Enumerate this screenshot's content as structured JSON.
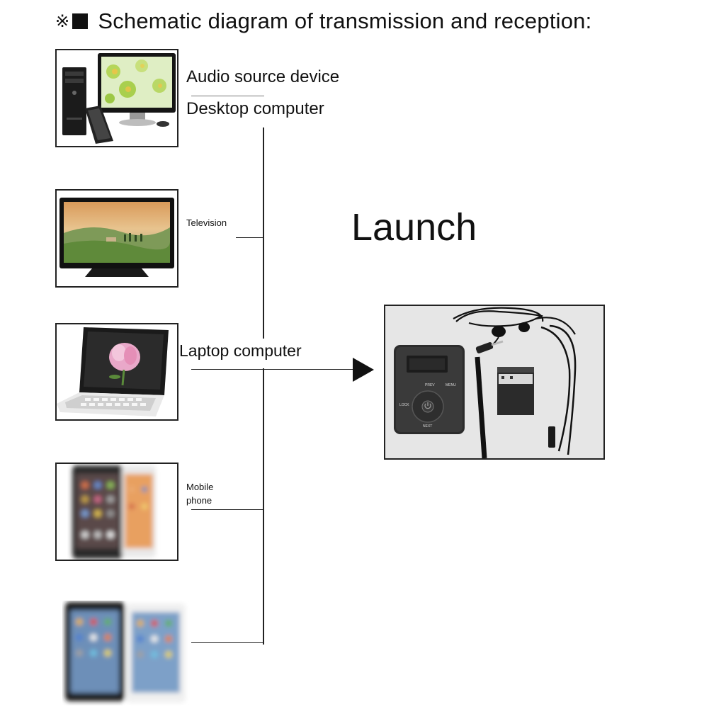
{
  "title": {
    "symbol": "※",
    "text": "Schematic diagram of transmission and reception:"
  },
  "sources": {
    "heading": "Audio source device",
    "desktop": "Desktop computer",
    "television": "Television",
    "laptop": "Laptop computer",
    "mobile_line1": "Mobile",
    "mobile_line2": "phone"
  },
  "launch": "Launch",
  "receiver": {
    "buttons": {
      "prev": "PREV",
      "menu": "MENU",
      "lock": "LOCK",
      "next": "NEXT"
    }
  }
}
